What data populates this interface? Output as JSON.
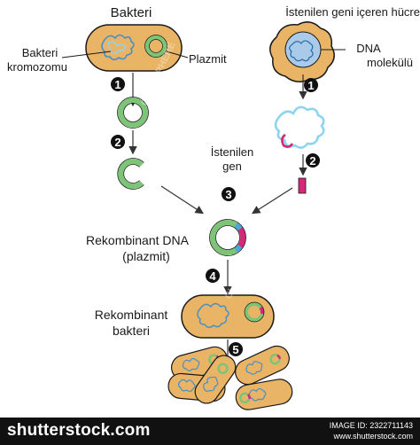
{
  "labels": {
    "bacteria_title": "Bakteri",
    "donor_title": "İstenilen geni içeren hücre",
    "chromosome_line1": "Bakteri",
    "chromosome_line2": "kromozomu",
    "plasmid": "Plazmit",
    "dna_line1": "DNA",
    "dna_line2": "molekülü",
    "gene_line1": "İstenilen",
    "gene_line2": "gen",
    "recombinant_dna_line1": "Rekombinant DNA",
    "recombinant_dna_line2": "(plazmit)",
    "recombinant_bacteria_line1": "Rekombinant",
    "recombinant_bacteria_line2": "bakteri"
  },
  "steps": [
    "1",
    "2",
    "3",
    "4",
    "5",
    "1",
    "2"
  ],
  "watermark": {
    "text": "CHAOSPHERE"
  },
  "footer": {
    "brand": "shutterstock.com",
    "id_line": "IMAGE ID: 2322711143",
    "site_line": "www.shutterstock.com"
  },
  "colors": {
    "cell_fill": "#e9b466",
    "cell_stroke": "#1a1a1a",
    "plasmid": "#7cc576",
    "plasmid_dark": "#3f7e3a",
    "dna": "#8fd3ef",
    "gene": "#d6287a",
    "nucleus": "#a9cbe9",
    "step_circle": "#111111",
    "footer_bg": "#111111"
  }
}
